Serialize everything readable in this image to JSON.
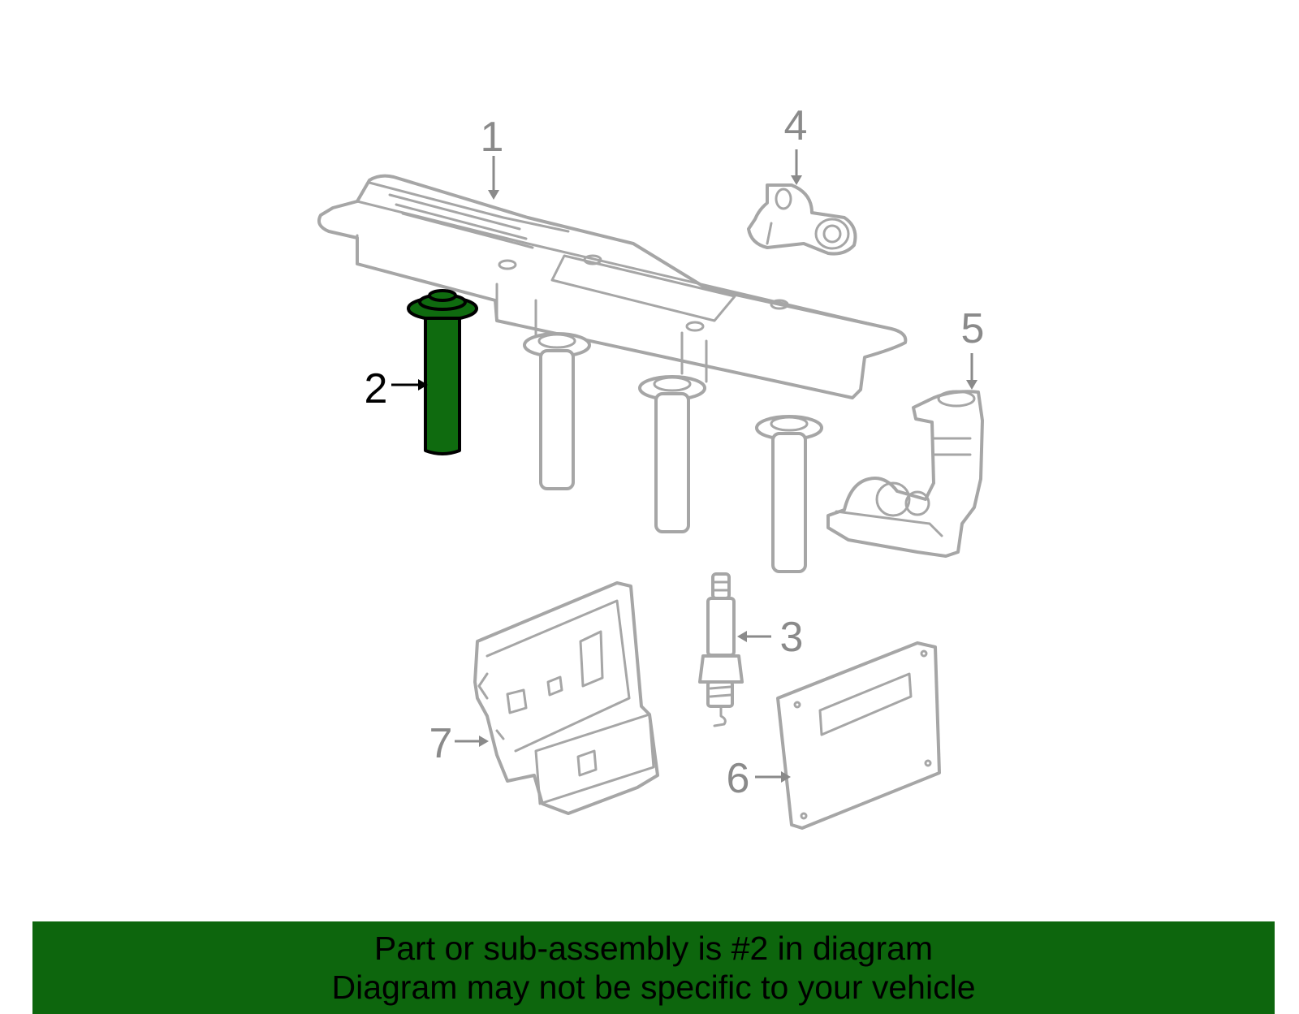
{
  "callouts": {
    "part_1": "1",
    "part_2": "2",
    "part_3": "3",
    "part_4": "4",
    "part_5": "5",
    "part_6": "6",
    "part_7": "7"
  },
  "highlighted_part": "2",
  "colors": {
    "highlight_fill": "#0f6b0f",
    "banner_background": "#0d660d",
    "part_outline": "#a6a6a6",
    "callout_gray": "#8a8a8a"
  },
  "banner": {
    "line1": "Part or sub-assembly is #2 in diagram",
    "line2": "Diagram may not be specific to your vehicle"
  }
}
